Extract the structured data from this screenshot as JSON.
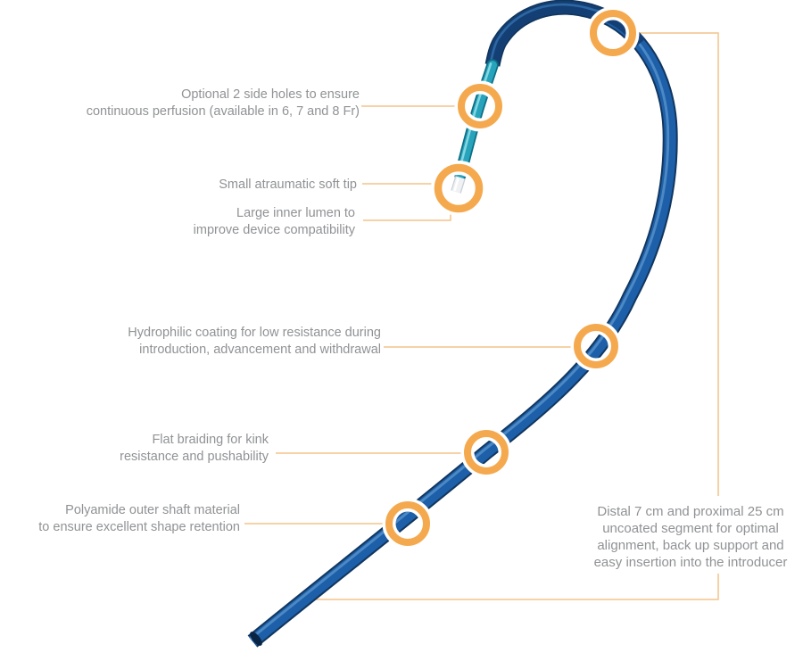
{
  "diagram_title": "",
  "labels": {
    "side_holes": {
      "text": "Optional 2 side holes to ensure\ncontinuous perfusion (available in 6, 7 and 8 Fr)"
    },
    "soft_tip": {
      "text": "Small atraumatic soft tip"
    },
    "inner_lumen": {
      "text": "Large inner lumen to\nimprove device compatibility"
    },
    "hydrophilic": {
      "text": "Hydrophilic coating for low resistance during\nintroduction, advancement and withdrawal"
    },
    "braiding": {
      "text": "Flat braiding for kink\nresistance and pushability"
    },
    "polyamide": {
      "text": "Polyamide outer shaft material\nto ensure excellent shape retention"
    },
    "uncoated": {
      "text": "Distal 7 cm and proximal 25 cm\nuncoated segment for optimal\nalignment, back up support and\neasy insertion into the introducer"
    }
  },
  "colors": {
    "background": "#ffffff",
    "label_text": "#909295",
    "leader_line": "#f4c488",
    "ring_orange": "#f5a94f",
    "ring_halo": "#ffffff",
    "catheter_outline": "#11365f",
    "catheter_main": "#1d5fa8",
    "catheter_highlight": "#548fc9",
    "catheter_distal": "#143f74",
    "catheter_distal_highlight": "#2f6ba8",
    "tip_teal_dark": "#0d6e85",
    "tip_teal": "#27a3bc",
    "tip_teal_highlight": "#8fdbe6",
    "soft_tip": "#eff1f3",
    "soft_tip_shadow": "#c7cfd6",
    "soft_tip_highlight": "#ffffff",
    "end_cap": "#0a2543"
  }
}
